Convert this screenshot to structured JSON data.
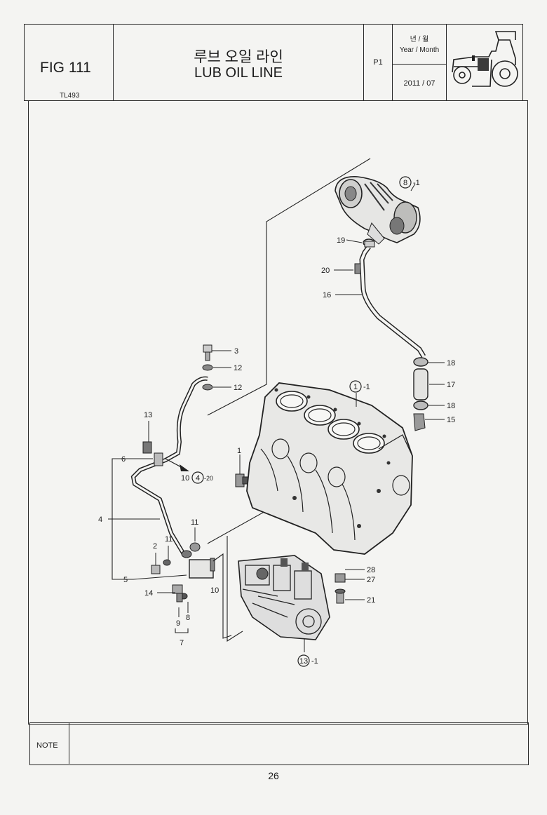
{
  "header": {
    "figure_number": "FIG 111",
    "model_code": "TL493",
    "title_korean": "루브 오일 라인",
    "title_english": "LUB OIL LINE",
    "page_label": "P1",
    "date_label_korean": "년 / 월",
    "date_label_english": "Year / Month",
    "date_value": "2011  / 07"
  },
  "callouts": {
    "c8": "8",
    "c8_suffix": "-1",
    "c19": "19",
    "c20": "20",
    "c16": "16",
    "c18a": "18",
    "c17": "17",
    "c18b": "18",
    "c15": "15",
    "c1circ": "1",
    "c1circ_suffix": "-1",
    "c3": "3",
    "c12a": "12",
    "c12b": "12",
    "c13": "13",
    "c1": "1",
    "c6": "6",
    "c10a": "10",
    "c4circ": "4",
    "c4circ_suffix": "-20",
    "c4": "4",
    "c11a": "11",
    "c11b": "11",
    "c2": "2",
    "c5": "5",
    "c10b": "10",
    "c14": "14",
    "c9": "9",
    "c8b": "8",
    "c7": "7",
    "c28": "28",
    "c27": "27",
    "c21": "21",
    "c13circ": "13",
    "c13circ_suffix": "-1"
  },
  "note": {
    "label": "NOTE"
  },
  "footer": {
    "page_number": "26"
  }
}
